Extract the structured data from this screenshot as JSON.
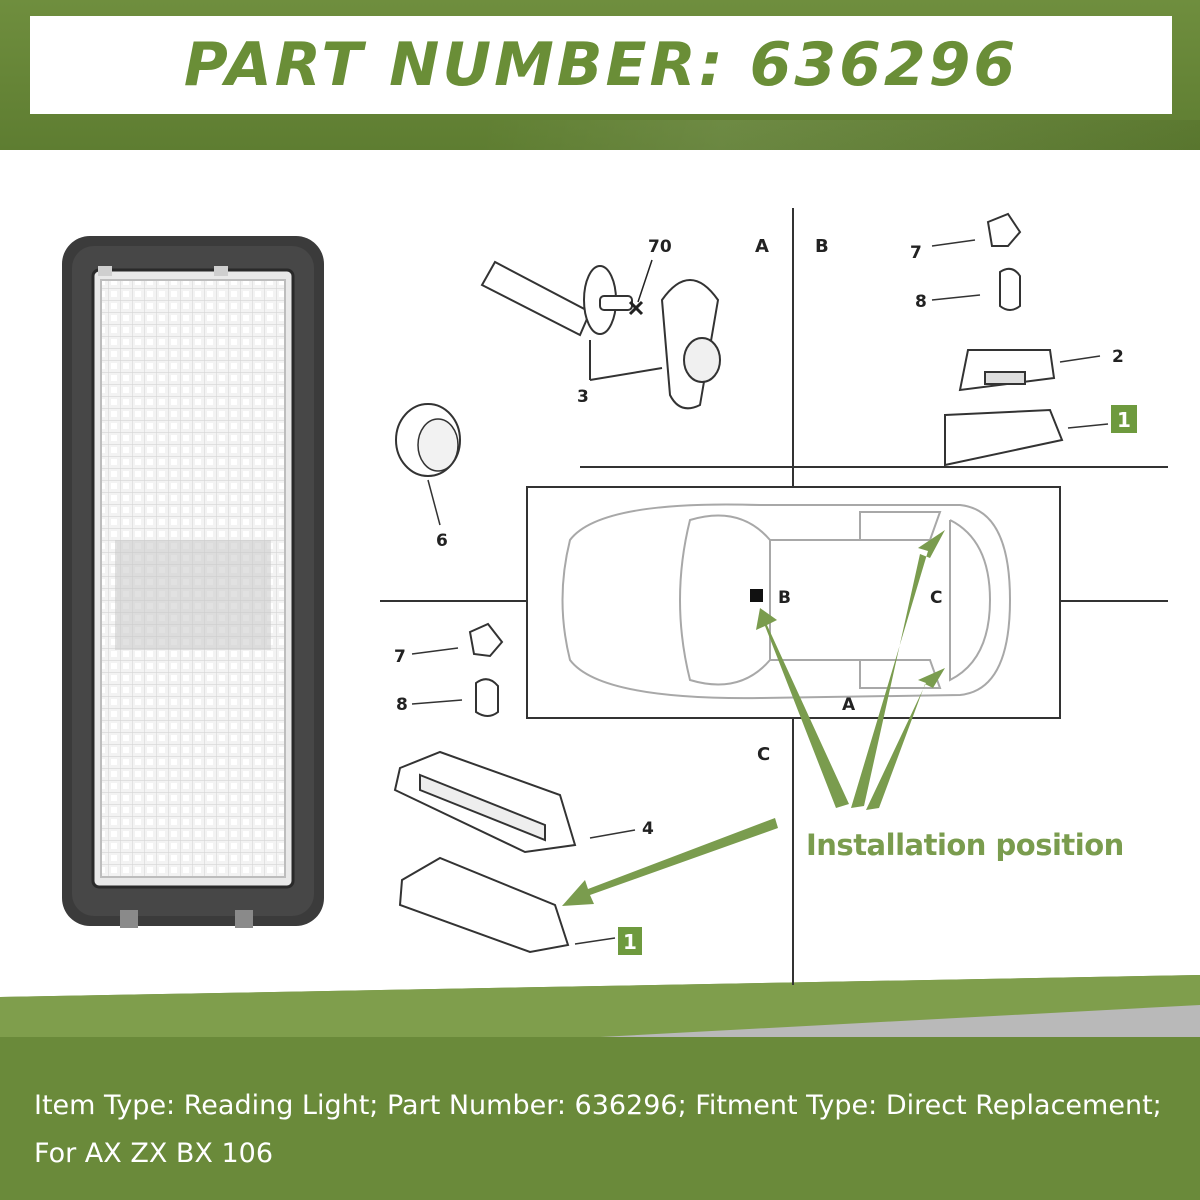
{
  "header": {
    "title": "PART NUMBER: 636296"
  },
  "diagram": {
    "section_labels": {
      "a": "A",
      "b": "B",
      "c": "C"
    },
    "part_labels": {
      "p70": "70",
      "p3": "3",
      "p6": "6",
      "p7": "7",
      "p8": "8",
      "p2": "2",
      "p4": "4",
      "p1": "1"
    },
    "car_markers": {
      "b": "B",
      "c": "C",
      "a": "A"
    },
    "installation_label": "Installation position",
    "accent_color": "#6e9a3e"
  },
  "footer": {
    "description": "Item Type: Reading Light; Part Number: 636296; Fitment Type: Direct Replacement; For AX ZX BX 106"
  }
}
